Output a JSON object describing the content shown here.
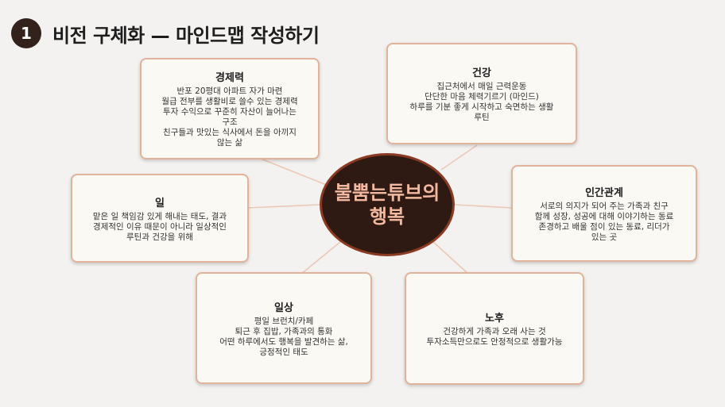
{
  "header": {
    "step": "1",
    "title": "비전 구체화 — 마인드맵 작성하기"
  },
  "center": {
    "line1": "불뿜는튜브의",
    "line2": "행복"
  },
  "colors": {
    "background": "#f3f2f0",
    "card_border": "#e2b39b",
    "center_fill": "#2e1a12",
    "center_text": "#f2b9a0",
    "connector": "#ecc8b6"
  },
  "nodes": {
    "finance": {
      "title": "경제력",
      "lines": [
        "반포 20평대 아파트 자가 마련",
        "월급 전부를 생활비로 쓸수 있는 경제력",
        "투자 수익으로 꾸준히 자산이 늘어나는",
        "구조",
        "친구들과 맛있는 식사에서 돈을 아끼지",
        "않는 삶"
      ]
    },
    "health": {
      "title": "건강",
      "lines": [
        "집근처에서 매일 근력운동",
        "단단한 마음 체력기르기 (마인드)",
        "하루를 기분 좋게 시작하고 숙면하는 생활",
        "루틴"
      ]
    },
    "relationships": {
      "title": "인간관계",
      "lines": [
        "서로의 의지가 되어 주는 가족과 친구",
        "함께 성장, 성공에 대해 이야기하는 동료",
        "존경하고 배울 점이 있는 동료, 리더가",
        "있는 곳"
      ]
    },
    "work": {
      "title": "일",
      "lines": [
        "맡은 일 책임감 있게 해내는 태도, 결과",
        "경제적인 이유 때문이 아니라 일상적인",
        "루틴과 건강을 위해"
      ]
    },
    "daily": {
      "title": "일상",
      "lines": [
        "평일 브런치/카페",
        "퇴근 후 집밥, 가족과의 통화",
        "어떤 하루에서도 행복을 발견하는 삶,",
        "긍정적인 태도"
      ]
    },
    "retirement": {
      "title": "노후",
      "lines": [
        "건강하게 가족과 오래 사는 것",
        "투자소득만으로도 안정적으로 생활가능"
      ]
    }
  }
}
